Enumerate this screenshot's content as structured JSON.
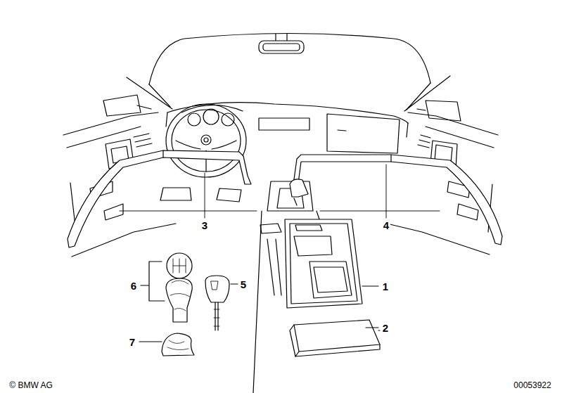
{
  "diagram": {
    "labels": [
      "3",
      "4",
      "1",
      "2",
      "5",
      "6",
      "7",
      "© BMW AG",
      "00053922"
    ]
  }
}
